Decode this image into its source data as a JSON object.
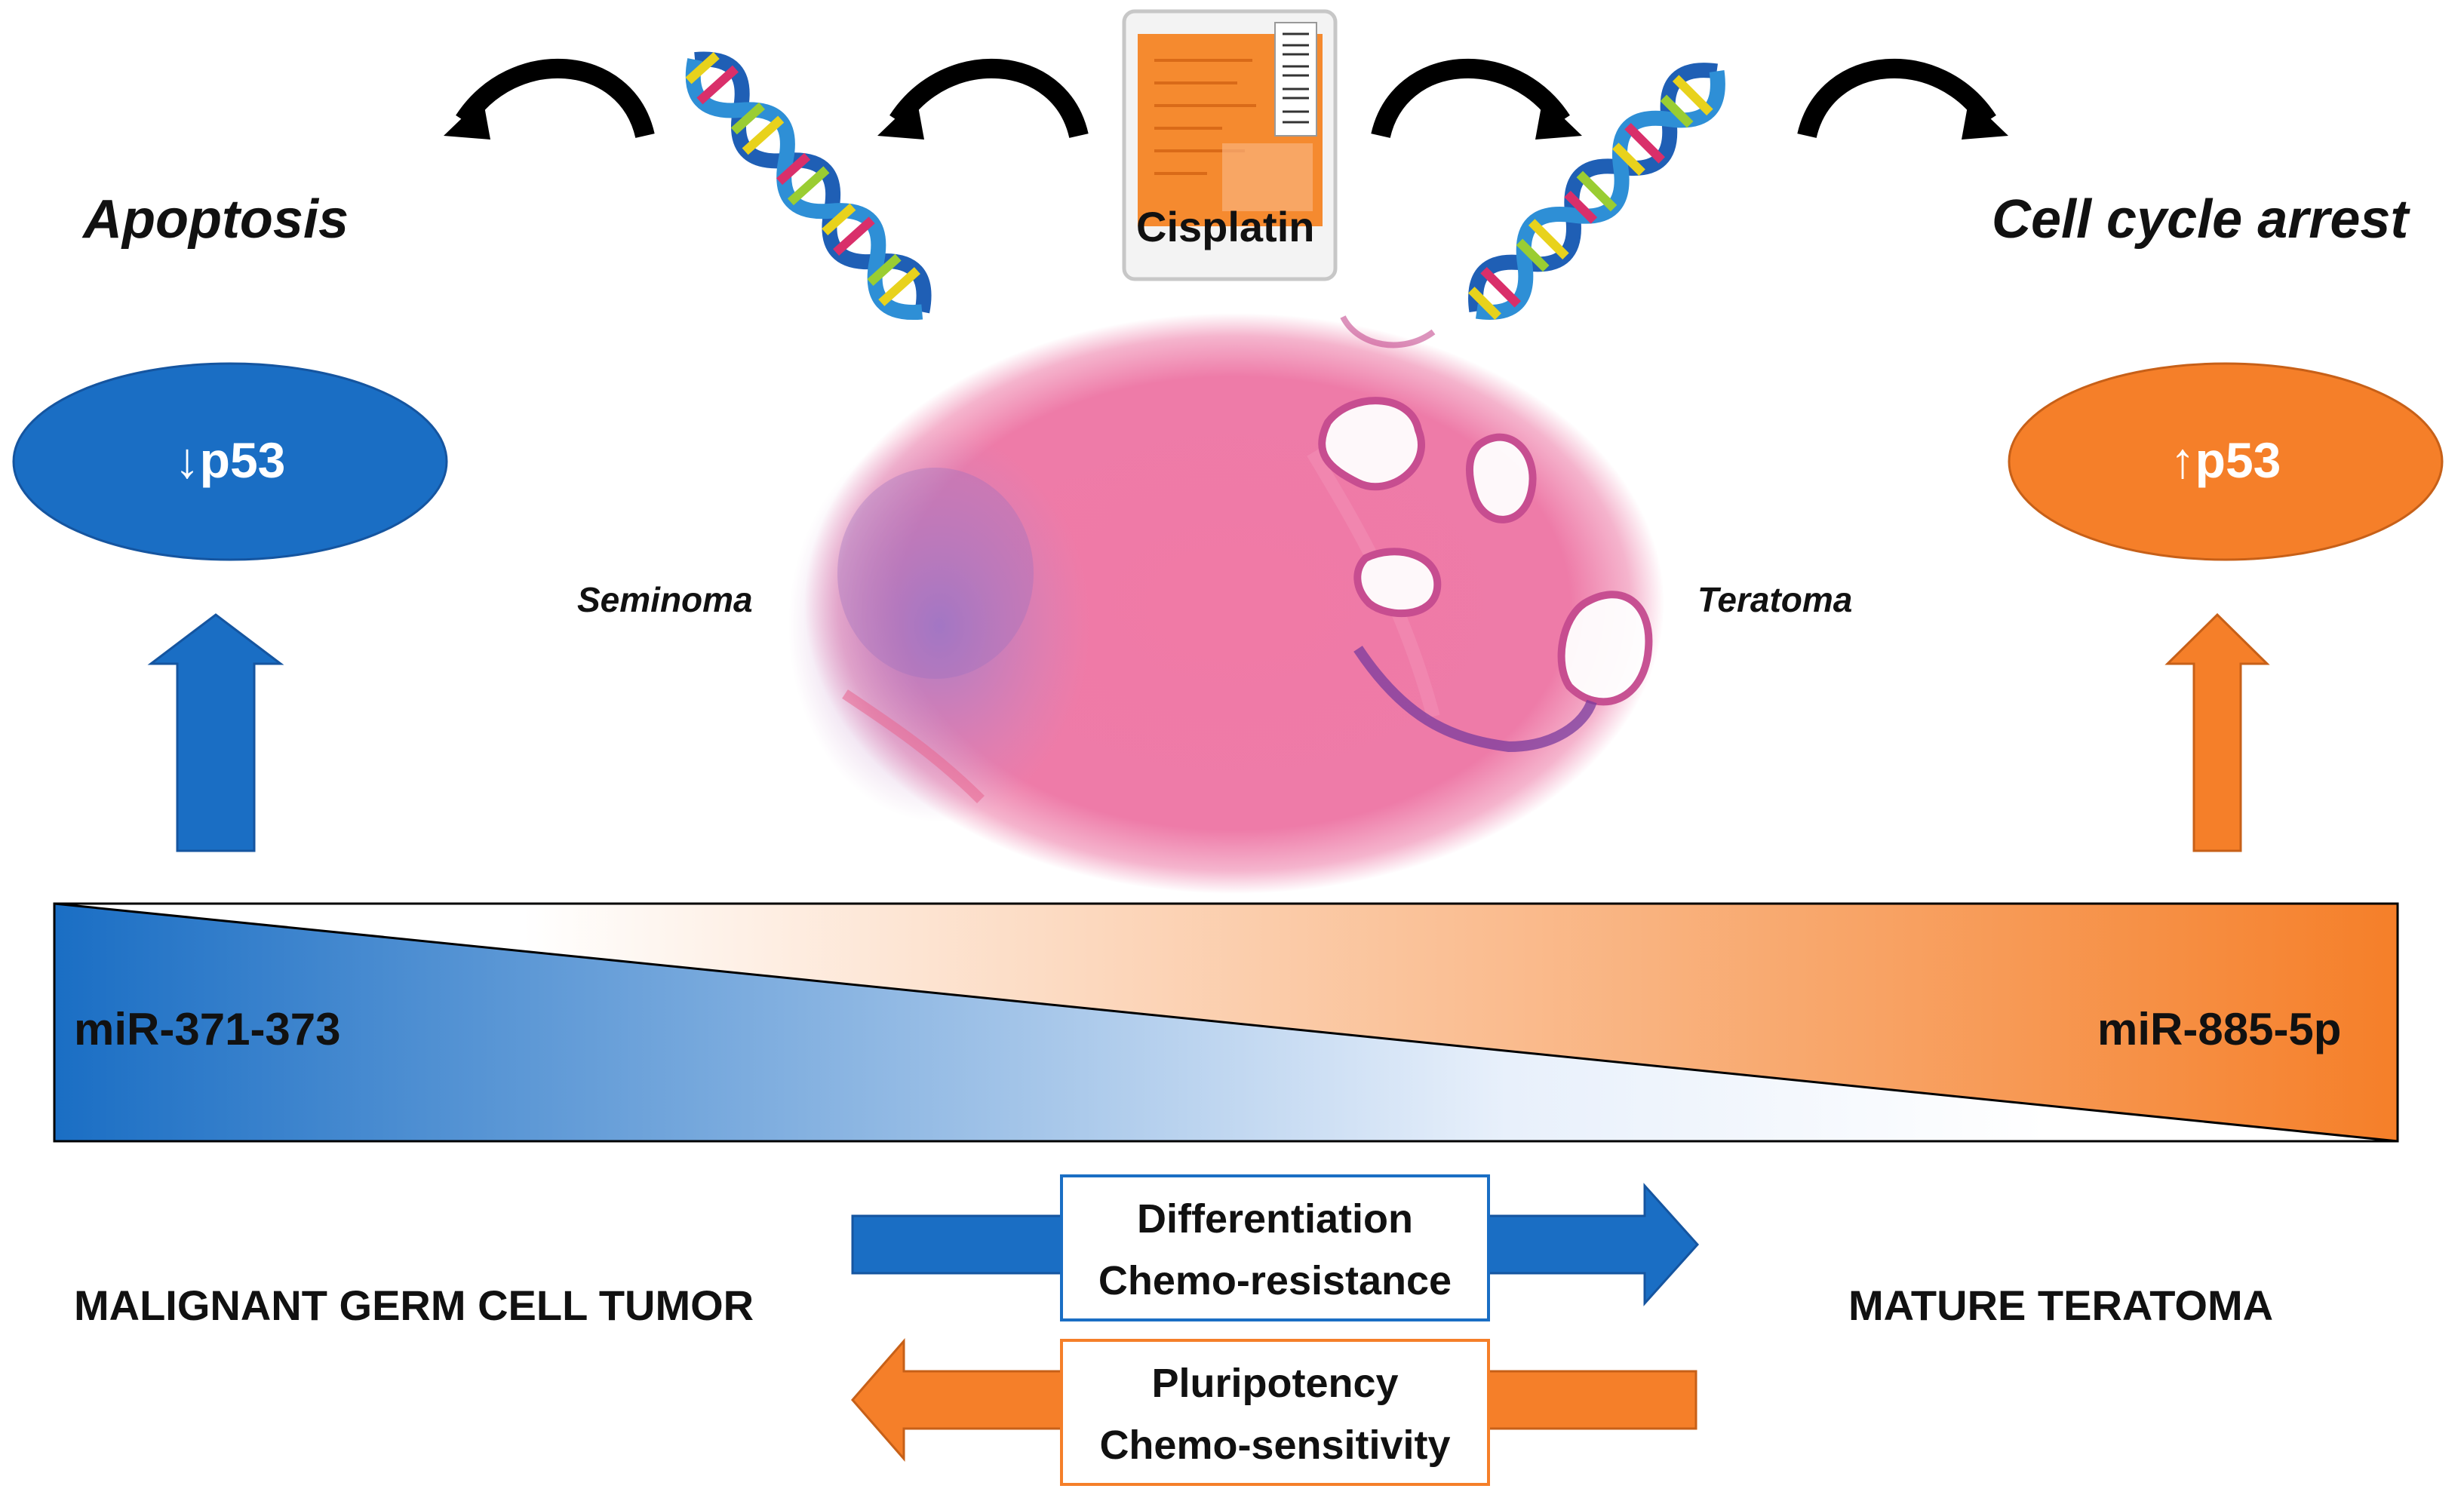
{
  "top": {
    "left_outcome": "Apoptosis",
    "right_outcome": "Cell cycle arrest",
    "drug_label": "Cisplatin"
  },
  "p53": {
    "left": "↓p53",
    "right": "↑p53"
  },
  "histology": {
    "left_label": "Seminoma",
    "right_label": "Teratoma"
  },
  "gradient_bar": {
    "left_mirna": "miR-371-373",
    "right_mirna": "miR-885-5p"
  },
  "bottom": {
    "left_title": "MALIGNANT GERM CELL TUMOR",
    "right_title": "MATURE TERATOMA",
    "forward_box": [
      "Differentiation",
      "Chemo-resistance"
    ],
    "reverse_box": [
      "Pluripotency",
      "Chemo-sensitivity"
    ]
  },
  "colors": {
    "blue": "#1a6ec4",
    "orange": "#f57f29"
  }
}
